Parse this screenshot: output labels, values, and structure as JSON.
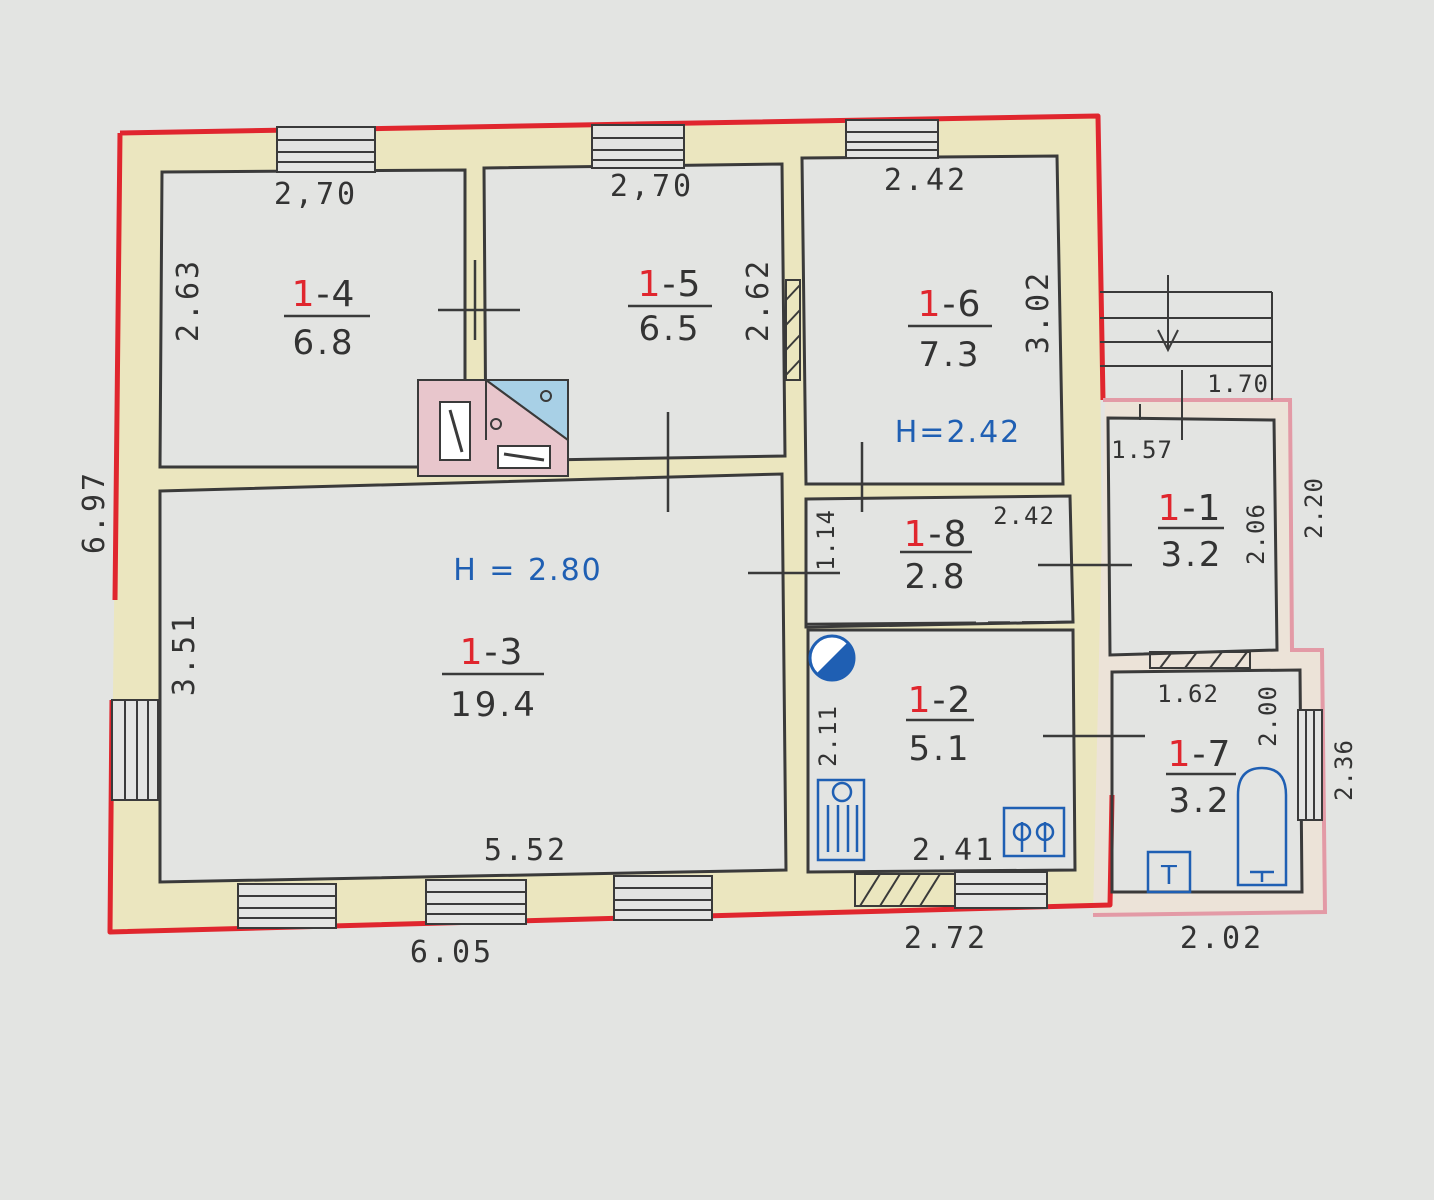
{
  "colors": {
    "paper": "#e3e4e2",
    "wall_fill": "#ebe6bf",
    "outer_line": "#e0262e",
    "ink": "#3a3a3a",
    "stove_fill": "#e8c6cc",
    "blue_ink": "#1f5fb3",
    "light_blue": "#a8d0e6",
    "pink_line": "#e39aa6"
  },
  "rooms": [
    {
      "id_prefix": "1",
      "id_suffix": "-4",
      "area": "6.8"
    },
    {
      "id_prefix": "1",
      "id_suffix": "-5",
      "area": "6.5"
    },
    {
      "id_prefix": "1",
      "id_suffix": "-6",
      "area": "7.3"
    },
    {
      "id_prefix": "1",
      "id_suffix": "-3",
      "area": "19.4"
    },
    {
      "id_prefix": "1",
      "id_suffix": "-8",
      "area": "2.8"
    },
    {
      "id_prefix": "1",
      "id_suffix": "-2",
      "area": "5.1"
    },
    {
      "id_prefix": "1",
      "id_suffix": "-1",
      "area": "3.2"
    },
    {
      "id_prefix": "1",
      "id_suffix": "-7",
      "area": "3.2"
    }
  ],
  "heights": {
    "main": "H = 2.80",
    "room_1_6": "H=2.42"
  },
  "dimensions": {
    "r14_top": "2,70",
    "r15_top": "2,70",
    "r16_top": "2.42",
    "r14_side": "2.63",
    "r15_side": "2.62",
    "r16_side": "3.02",
    "overall_left": "6.97",
    "r13_side": "3.51",
    "r13_bottom": "5.52",
    "facade_bottom": "6.05",
    "r18_side": "1.14",
    "r18_top": "2.42",
    "r12_side": "2.11",
    "r12_bottom": "2.41",
    "section_bottom": "2.72",
    "porch_width": "1.70",
    "r11_top": "1.57",
    "r11_side": "2.06",
    "r11_outer": "2.20",
    "r17_top": "1.62",
    "r17_side": "2.00",
    "r17_outer": "2.36",
    "annex_bottom": "2.02"
  },
  "fixtures": {
    "toilet_letter": "T"
  }
}
